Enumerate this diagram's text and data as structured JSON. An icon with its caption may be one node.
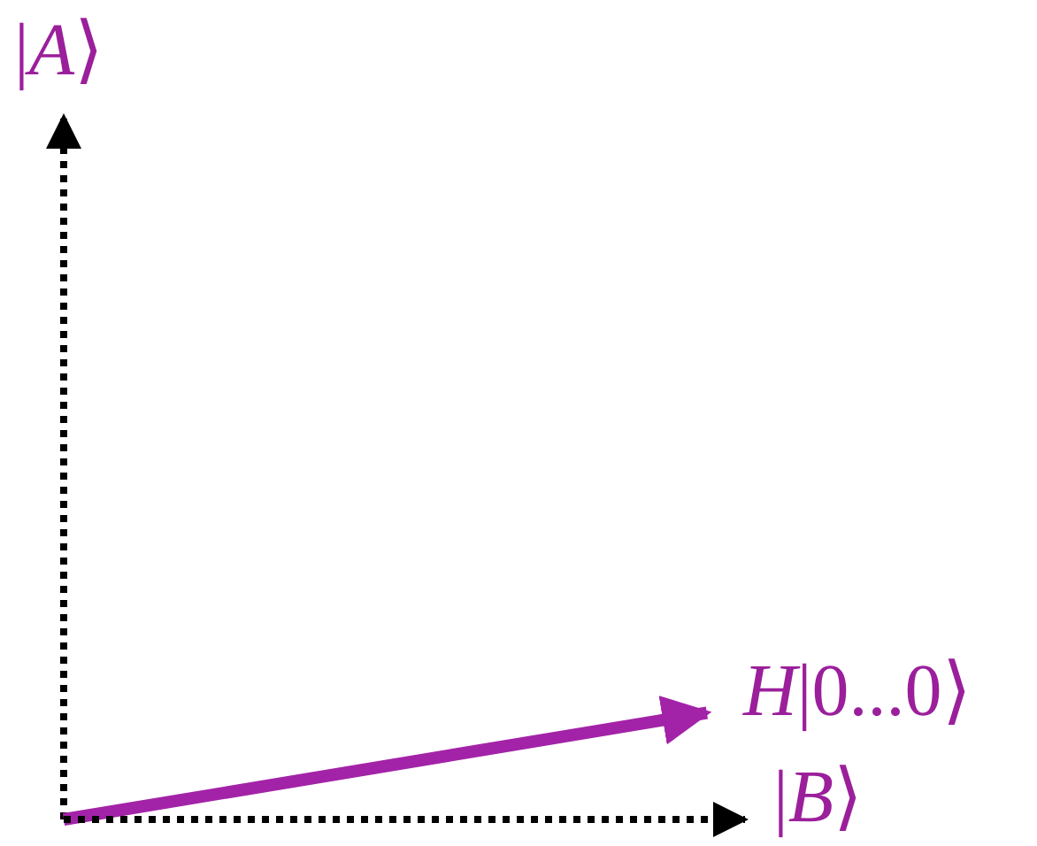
{
  "diagram": {
    "nodes": [
      {
        "text": [
          "|*A*⟩"
        ]
      },
      {
        "text": [
          "*H*|0...0⟩"
        ]
      },
      {
        "text": [
          "|*B*⟩"
        ]
      }
    ],
    "edges": [
      {
        "from": null,
        "to": 0,
        "arrow": "to",
        "style": "dashed"
      },
      {
        "from": null,
        "to": 1,
        "arrow": "to",
        "color": "#a323a8"
      },
      {
        "from": null,
        "to": 2,
        "arrow": "to",
        "style": "dashed"
      }
    ]
  }
}
